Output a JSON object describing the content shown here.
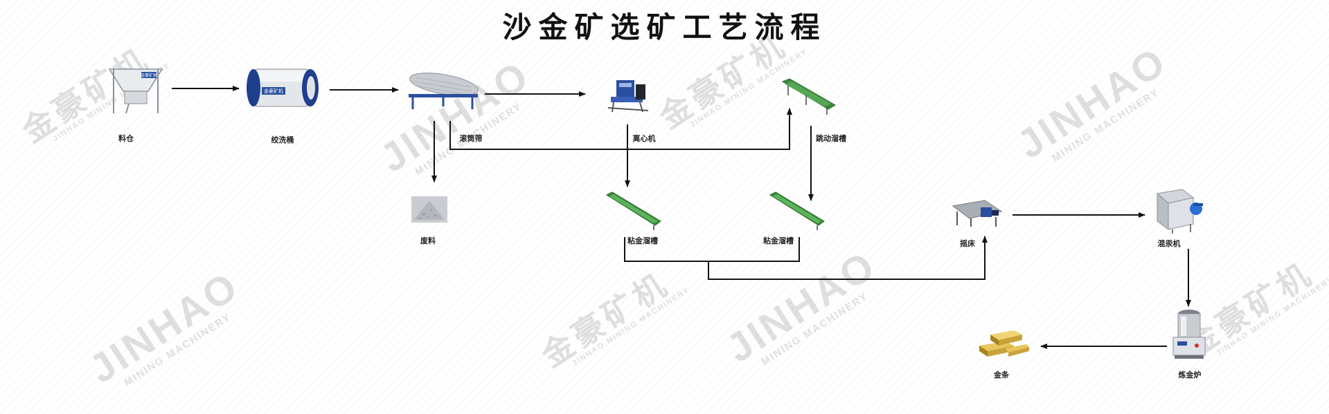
{
  "title": "沙金矿选矿工艺流程",
  "nodes": {
    "hopper": "料仓",
    "scrubber": "绞洗桶",
    "trommel": "滚筒筛",
    "centrifuge": "离心机",
    "jig_sluice": "跳动溜槽",
    "waste": "废料",
    "sluice1": "粘金溜槽",
    "sluice2": "粘金溜槽",
    "shaker": "摇床",
    "amalgamator": "混汞机",
    "smelter": "炼金炉",
    "gold_bar": "金条"
  },
  "scrubber_badge": "金豪矿机",
  "hopper_badge": "金豪矿机",
  "watermark": {
    "en_big": "JINHAO",
    "en_small": "MINING MACHINERY",
    "cn_big": "金豪矿机",
    "cn_small": "JINHAO MINING MACHINERY"
  },
  "colors": {
    "line": "#111111",
    "sluice_green": "#3a8a3a",
    "equipment_blue": "#2a4fa0",
    "gold": "#c9a23a"
  }
}
